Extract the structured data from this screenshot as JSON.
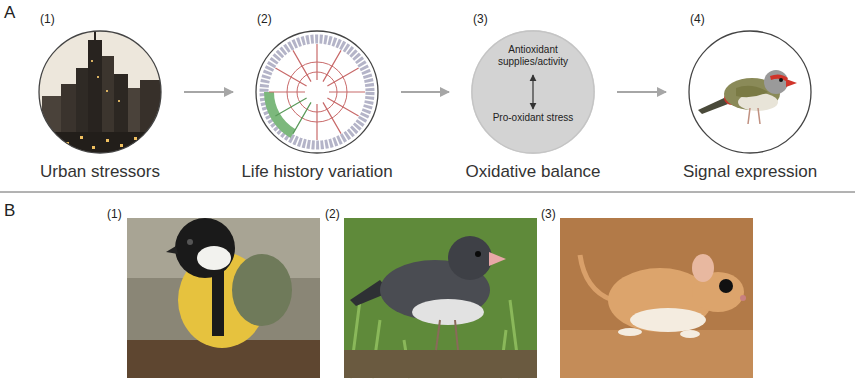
{
  "diagram": {
    "nodes": [
      {
        "text": [
          "Urban stressors"
        ]
      },
      {
        "text": [
          "Life history variation"
        ]
      },
      {
        "text": [
          "Antioxidant supplies/activity",
          "Pro-oxidant stress",
          "Oxidative balance"
        ]
      },
      {
        "text": [
          "Signal expression"
        ]
      }
    ],
    "edges": [
      {
        "from": 0,
        "to": 1,
        "arrow": "to"
      },
      {
        "from": 1,
        "to": 2,
        "arrow": "to"
      },
      {
        "from": 2,
        "to": 3,
        "arrow": "to"
      }
    ],
    "labels": [
      "A",
      "(1)",
      "(2)",
      "(3)",
      "(4)",
      "B",
      "(1)",
      "(2)",
      "(3)"
    ]
  }
}
